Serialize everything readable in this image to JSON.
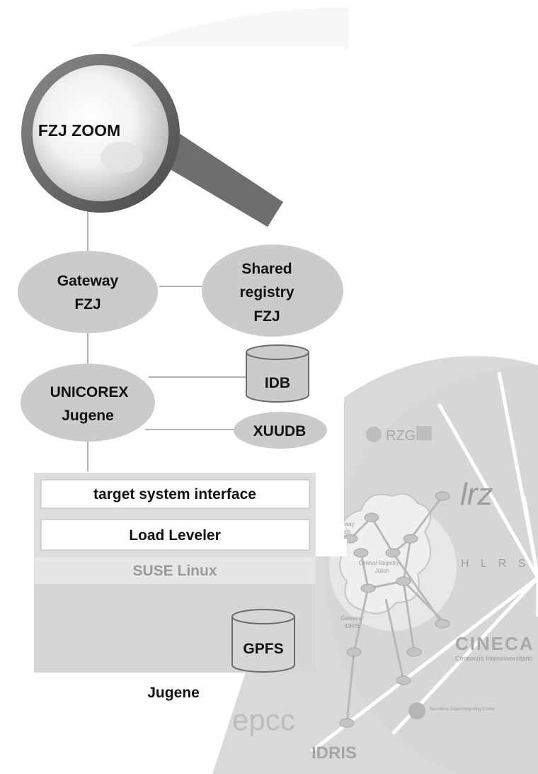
{
  "zoom_label": "FZJ ZOOM",
  "gateway": [
    "Gateway",
    "FZJ"
  ],
  "shared_registry": [
    "Shared",
    "registry",
    "FZJ"
  ],
  "unicorex": [
    "UNICOREX",
    "Jugene"
  ],
  "idb": "IDB",
  "xuudb": "XUUDB",
  "layers": {
    "tsi": "target system interface",
    "loadleveler": "Load Leveler",
    "os": "SUSE Linux",
    "gpfs": "GPFS"
  },
  "machine_label": "Jugene",
  "wheel": {
    "rzg": "RZG",
    "lrz": "lrz",
    "hlrs": "H L R S",
    "cineca": "CINECA",
    "cineca_sub": "Consorzio Interuniversitario",
    "bsc": "Barcelona Supercomputing Center",
    "idris": "IDRIS",
    "epcc": "epcc",
    "central_registry": [
      "Central Registry",
      "Jülich"
    ],
    "gateway_idris": [
      "Gateway",
      "IDRIS"
    ],
    "gateway_top": [
      "teway",
      "ich"
    ]
  }
}
